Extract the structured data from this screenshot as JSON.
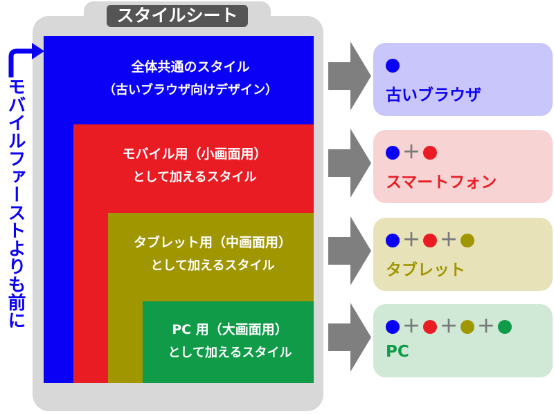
{
  "title": "スタイルシート",
  "side_caption": "モバイルファーストよりも前に",
  "layers": [
    {
      "line1": "全体共通のスタイル",
      "line2": "（古いブラウザ向けデザイン）",
      "color": "#0a00f5"
    },
    {
      "line1": "モバイル用（小画面用）",
      "line2": "として加えるスタイル",
      "color": "#ea1c23"
    },
    {
      "line1": "タブレット用（中画面用）",
      "line2": "として加えるスタイル",
      "color": "#a09600"
    },
    {
      "line1": "PC 用（大画面用）",
      "line2": "として加えるスタイル",
      "color": "#0f9b48"
    }
  ],
  "plus_sign": "＋",
  "targets": [
    {
      "label": "古いブラウザ",
      "label_color": "#0a00f5",
      "card_color": "#c8c6fb"
    },
    {
      "label": "スマートフォン",
      "label_color": "#ea1c23",
      "card_color": "#f8d3d4"
    },
    {
      "label": "タブレット",
      "label_color": "#a09600",
      "card_color": "#e8e2b8"
    },
    {
      "label": "PC",
      "label_color": "#0f9b48",
      "card_color": "#cfe9d6"
    }
  ],
  "dot_colors": [
    "#0a00f5",
    "#ea1c23",
    "#a09600",
    "#0f9b48"
  ]
}
